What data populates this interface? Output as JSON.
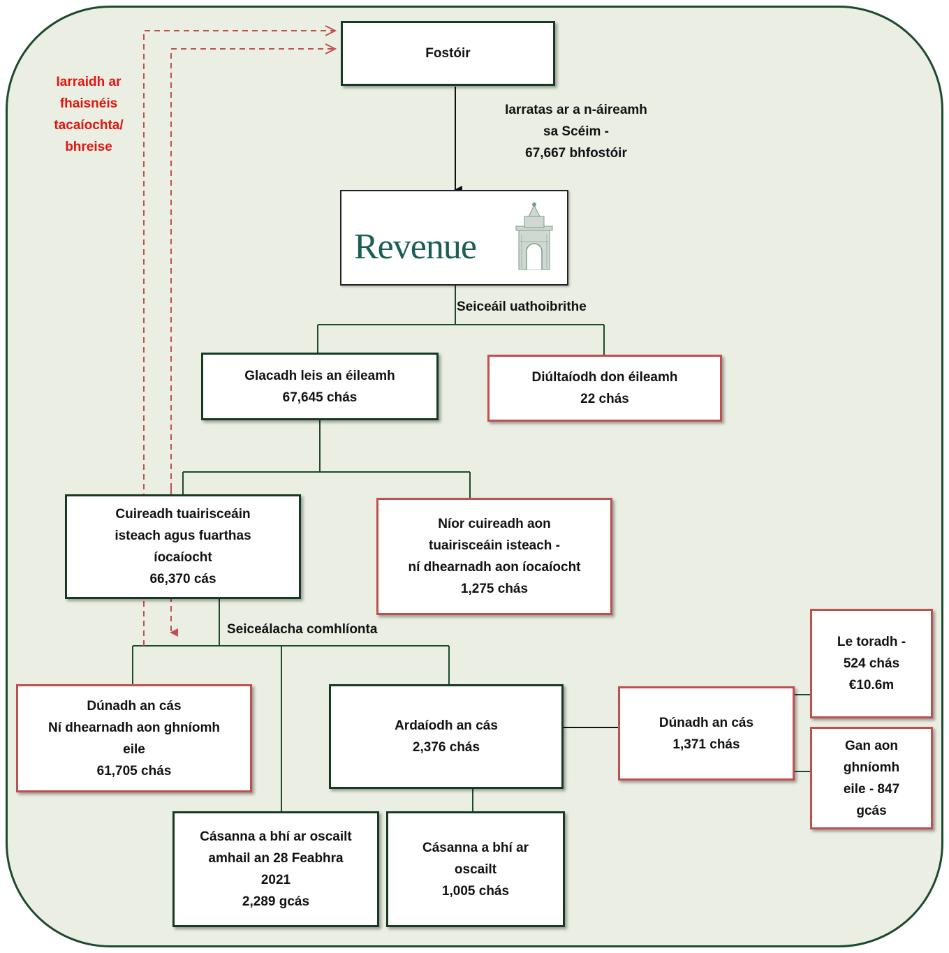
{
  "nodes": {
    "employer": {
      "lines": [
        "Fostóir"
      ]
    },
    "accepted": {
      "lines": [
        "Glacadh leis an éileamh",
        "67,645 chás"
      ]
    },
    "rejected": {
      "lines": [
        "Diúltaíodh don éileamh",
        "22 chás"
      ]
    },
    "returns_submitted": {
      "lines": [
        "Cuireadh tuairisceáin",
        "isteach agus  fuarthas",
        "íocaíocht",
        "66,370 cás"
      ]
    },
    "no_returns": {
      "lines": [
        "Níor cuireadh aon",
        "tuairisceáin isteach -",
        "ní dhearnadh aon íocaíocht",
        "1,275 chás"
      ]
    },
    "closed_no_action": {
      "lines": [
        "Dúnadh an cás",
        "Ní dhearnadh aon ghníomh",
        "eile",
        "61,705 chás"
      ]
    },
    "escalated": {
      "lines": [
        "Ardaíodh an cás",
        "2,376 chás"
      ]
    },
    "closed_escalated": {
      "lines": [
        "Dúnadh an cás",
        "1,371 chás"
      ]
    },
    "with_result": {
      "lines": [
        "Le toradh -",
        "524 chás",
        "€10.6m"
      ]
    },
    "no_further_action": {
      "lines": [
        "Gan aon",
        "ghníomh",
        "eile - 847",
        "gcás"
      ]
    },
    "open_feb_2021": {
      "lines": [
        "Cásanna a bhí ar oscailt",
        "amhail an 28 Feabhra",
        "2021",
        "2,289 gcás"
      ]
    },
    "open_cases": {
      "lines": [
        "Cásanna a bhí ar",
        "oscailt",
        "1,005 chás"
      ]
    }
  },
  "labels": {
    "application": [
      "Iarratas ar a n-áireamh",
      "sa Scéim -",
      "67,667 bhfostóir"
    ],
    "auto_check": "Seiceáil uathoibrithe",
    "compliance_checks": "Seiceálacha comhlíonta",
    "info_request": [
      "Iarraidh ar",
      "fhaisnéis",
      "tacaíochta/",
      "bhreise"
    ]
  },
  "logo": {
    "text": "Revenue"
  },
  "colors": {
    "background": "#ebefe3",
    "green_border": "#153b22",
    "red_border": "#c0504d",
    "dashed_arrow": "#c0504d",
    "info_text": "#e3140f"
  }
}
